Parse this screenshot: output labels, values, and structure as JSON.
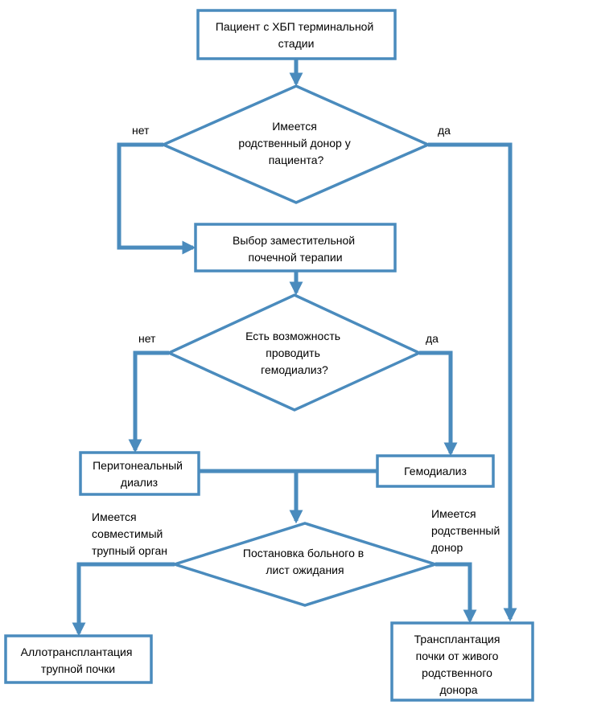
{
  "colors": {
    "line": "#4a8bbd",
    "text": "#000000",
    "background": "#ffffff"
  },
  "nodes": {
    "patient": [
      "Пациент с ХБП терминальной",
      "стадии"
    ],
    "q_related_donor": [
      "Имеется",
      "родственный донор у",
      "пациента?"
    ],
    "rrt_choice": [
      "Выбор заместительной",
      "почечной терапии"
    ],
    "q_hemodialysis": [
      "Есть возможность",
      "проводить",
      "гемодиализ?"
    ],
    "peritoneal": [
      "Перитонеальный",
      "диализ"
    ],
    "hemodialysis": [
      "Гемодиализ"
    ],
    "waitlist": [
      "Постановка больного в",
      "лист ожидания"
    ],
    "allotransplant": [
      "Аллотрансплантация",
      "трупной почки"
    ],
    "living_transplant": [
      "Трансплантация",
      "почки от живого",
      "родственного",
      "донора"
    ]
  },
  "edge_labels": {
    "q1_no": [
      "нет"
    ],
    "q1_yes": [
      "да"
    ],
    "q2_no": [
      "нет"
    ],
    "q2_yes": [
      "да"
    ],
    "cadaver_organ": [
      "Имеется",
      "совместимый",
      "трупный орган"
    ],
    "related_donor": [
      "Имеется",
      "родственный",
      "донор"
    ]
  }
}
